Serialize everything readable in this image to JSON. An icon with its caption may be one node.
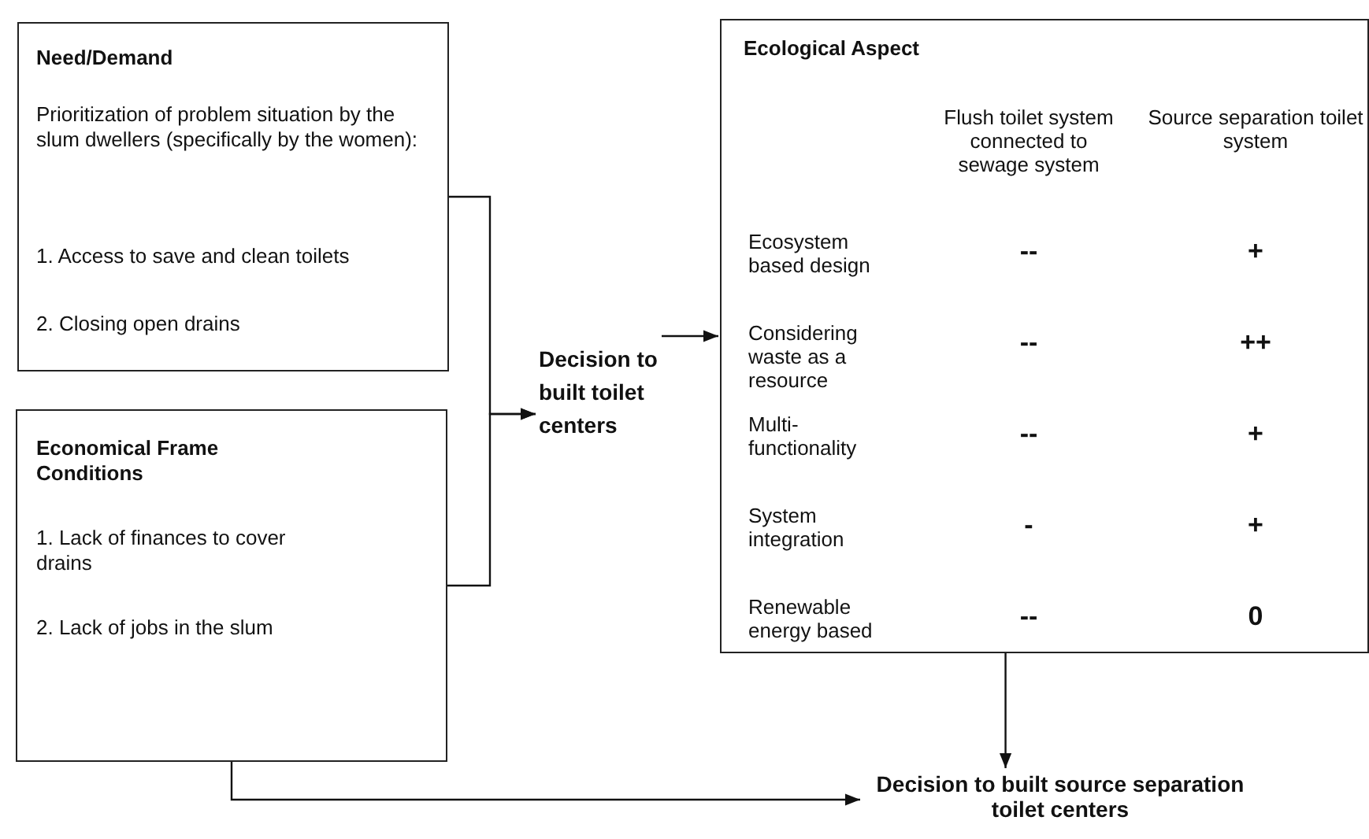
{
  "diagram": {
    "nodes": [
      {
        "text": [
          "Need/Demand",
          "Prioritization of problem situation by the slum dwellers (specifically by the women):",
          "1. Access to save and clean toilets",
          "2. Closing open drains"
        ]
      },
      {
        "text": [
          "Economical Frame Conditions",
          "1. Lack of finances to cover drains",
          "2. Lack of jobs in the slum"
        ]
      },
      {
        "text": [
          "Decision to built toilet centers"
        ]
      },
      {
        "text": [
          "Ecological Aspect"
        ]
      },
      {
        "text": [
          "Decision to built source separation toilet centers"
        ]
      }
    ],
    "edges": [
      {
        "from": 0,
        "to": 2,
        "arrow": "to"
      },
      {
        "from": 1,
        "to": 2,
        "arrow": "to"
      },
      {
        "from": 2,
        "to": 3,
        "arrow": "to"
      },
      {
        "from": 3,
        "to": 4,
        "arrow": "to"
      },
      {
        "from": 1,
        "to": 4,
        "arrow": "to"
      }
    ],
    "labels": [
      "Flush toilet system connected to sewage system",
      "Source separation toilet system",
      "Ecosystem based design",
      "--",
      "+",
      "Considering waste as a resource",
      "--",
      "++",
      "Multi-functionality",
      "--",
      "+",
      "System integration",
      "-",
      "+",
      "Renewable energy based",
      "--",
      "0"
    ]
  }
}
